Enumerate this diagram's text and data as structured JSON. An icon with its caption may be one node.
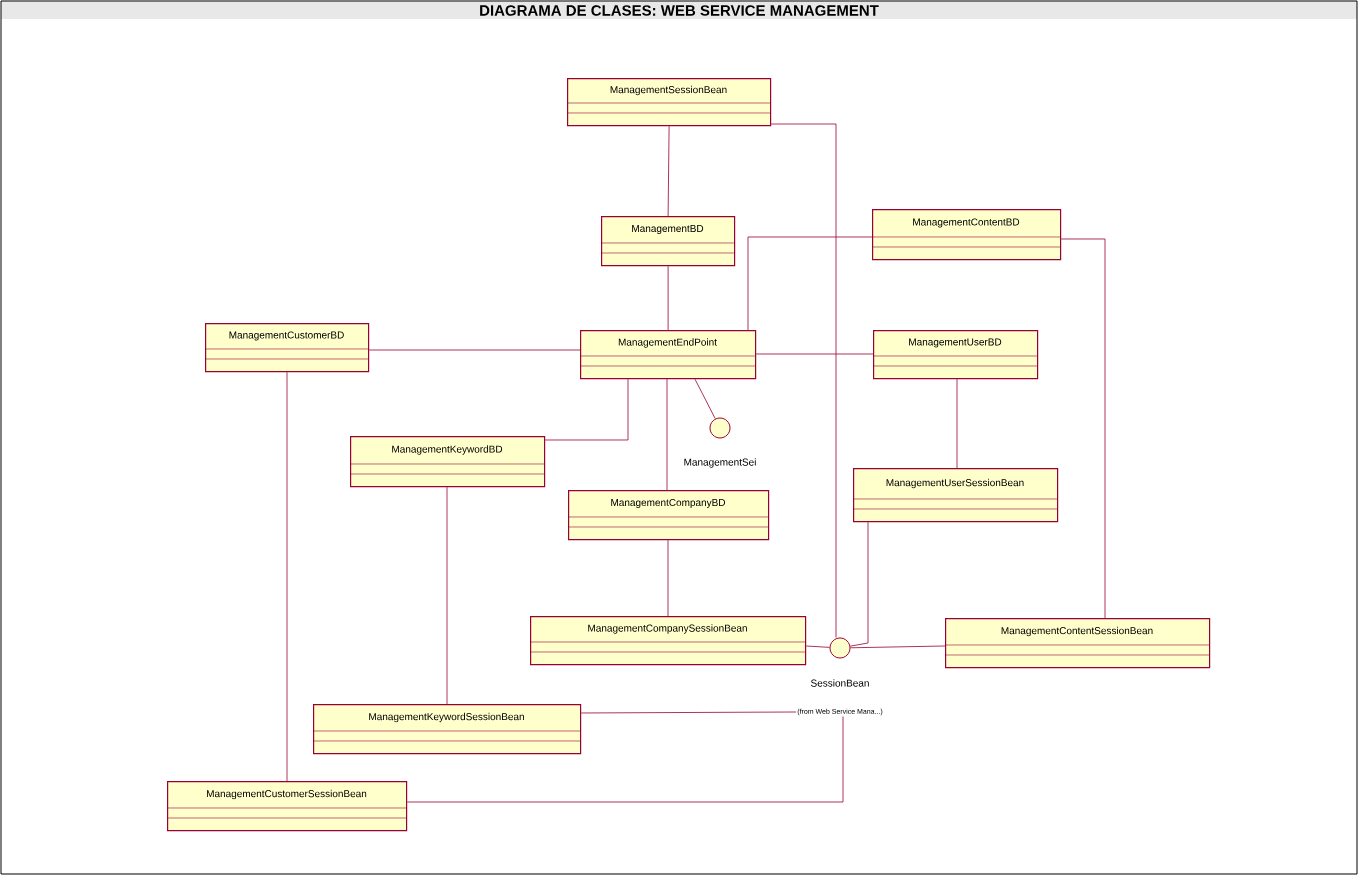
{
  "diagram": {
    "title": "DIAGRAMA DE CLASES: WEB SERVICE MANAGEMENT",
    "nodes": [
      {
        "text": [
          "ManagementSessionBean"
        ]
      },
      {
        "text": [
          "ManagementBD"
        ]
      },
      {
        "text": [
          "ManagementContentBD"
        ]
      },
      {
        "text": [
          "ManagementCustomerBD"
        ]
      },
      {
        "text": [
          "ManagementEndPoint"
        ]
      },
      {
        "text": [
          "ManagementUserBD"
        ]
      },
      {
        "text": [
          "ManagementSei"
        ]
      },
      {
        "text": [
          "ManagementKeywordBD"
        ]
      },
      {
        "text": [
          "ManagementUserSessionBean"
        ]
      },
      {
        "text": [
          "ManagementCompanyBD"
        ]
      },
      {
        "text": [
          "ManagementCompanySessionBean"
        ]
      },
      {
        "text": [
          "SessionBean"
        ]
      },
      {
        "text": [
          "ManagementContentSessionBean"
        ]
      },
      {
        "text": [
          "ManagementKeywordSessionBean"
        ]
      },
      {
        "text": [
          "ManagementCustomerSessionBean"
        ]
      },
      {
        "text": [
          "(from Web Service Mana...)"
        ]
      }
    ],
    "edges": [
      {
        "from": 0,
        "to": 1,
        "arrow": "none"
      },
      {
        "from": 0,
        "to": 11,
        "arrow": "none"
      },
      {
        "from": 1,
        "to": 4,
        "arrow": "none"
      },
      {
        "from": 4,
        "to": 2,
        "arrow": "none"
      },
      {
        "from": 2,
        "to": 12,
        "arrow": "none"
      },
      {
        "from": 3,
        "to": 4,
        "arrow": "none"
      },
      {
        "from": 4,
        "to": 5,
        "arrow": "none"
      },
      {
        "from": 4,
        "to": 6,
        "arrow": "none"
      },
      {
        "from": 4,
        "to": 7,
        "arrow": "none"
      },
      {
        "from": 4,
        "to": 9,
        "arrow": "none"
      },
      {
        "from": 5,
        "to": 8,
        "arrow": "none"
      },
      {
        "from": 3,
        "to": 14,
        "arrow": "none"
      },
      {
        "from": 7,
        "to": 13,
        "arrow": "none"
      },
      {
        "from": 9,
        "to": 10,
        "arrow": "none"
      },
      {
        "from": 10,
        "to": 11,
        "arrow": "none"
      },
      {
        "from": 8,
        "to": 11,
        "arrow": "none"
      },
      {
        "from": 12,
        "to": 11,
        "arrow": "none"
      },
      {
        "from": 13,
        "to": 15,
        "arrow": "none"
      },
      {
        "from": 14,
        "to": 15,
        "arrow": "none"
      }
    ]
  }
}
